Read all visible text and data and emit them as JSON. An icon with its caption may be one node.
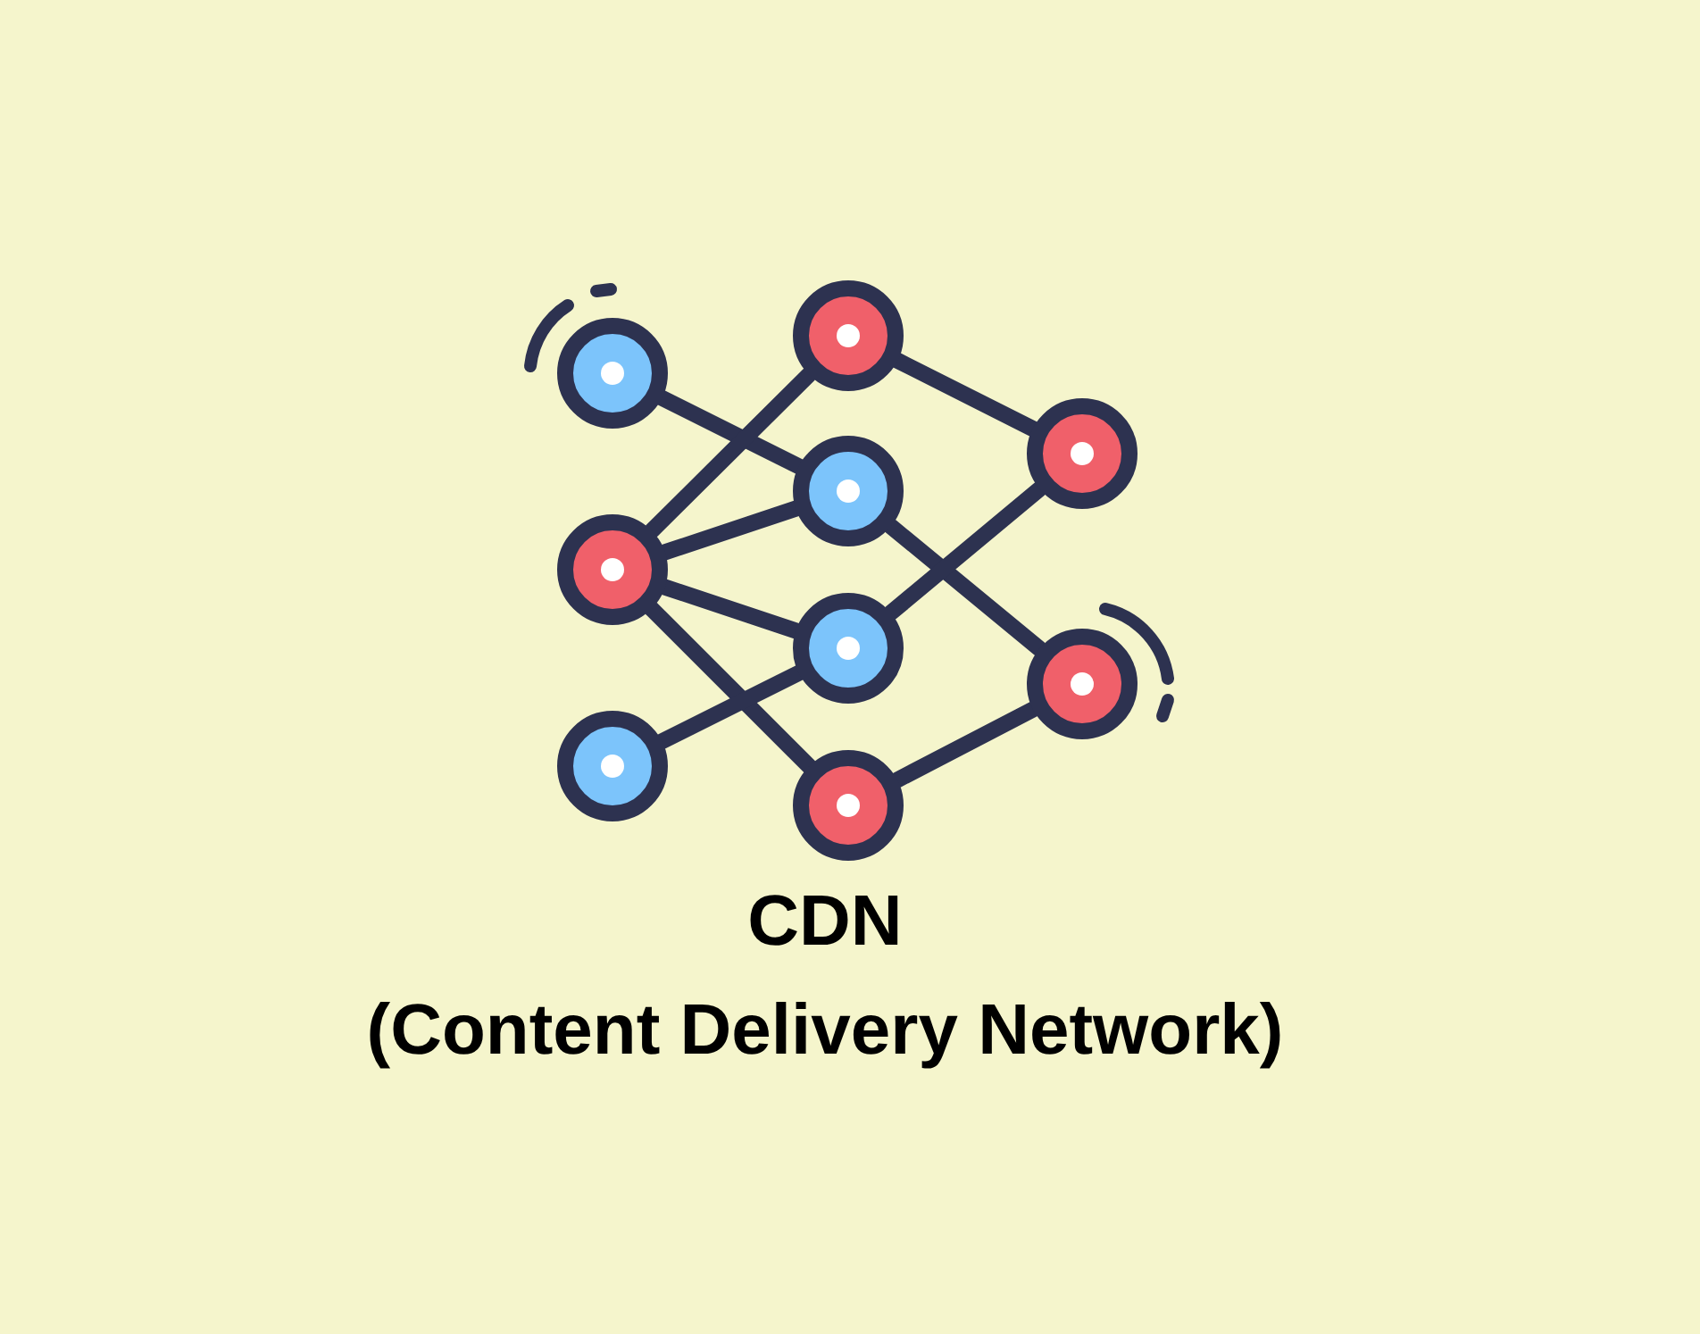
{
  "diagram": {
    "title": "CDN",
    "caption": "(Content Delivery Network)",
    "nodes": [
      {
        "text": [],
        "shape": "circle"
      },
      {
        "text": [],
        "shape": "circle"
      },
      {
        "text": [],
        "shape": "circle"
      },
      {
        "text": [],
        "shape": "circle"
      },
      {
        "text": [],
        "shape": "circle"
      },
      {
        "text": [],
        "shape": "circle"
      },
      {
        "text": [],
        "shape": "circle"
      },
      {
        "text": [],
        "shape": "circle"
      },
      {
        "text": [],
        "shape": "circle"
      }
    ],
    "edges": [
      {
        "from": 0,
        "to": 4,
        "arrow": "none"
      },
      {
        "from": 1,
        "to": 3,
        "arrow": "none"
      },
      {
        "from": 1,
        "to": 4,
        "arrow": "none"
      },
      {
        "from": 1,
        "to": 5,
        "arrow": "none"
      },
      {
        "from": 1,
        "to": 6,
        "arrow": "none"
      },
      {
        "from": 2,
        "to": 5,
        "arrow": "none"
      },
      {
        "from": 3,
        "to": 7,
        "arrow": "none"
      },
      {
        "from": 4,
        "to": 8,
        "arrow": "none"
      },
      {
        "from": 5,
        "to": 7,
        "arrow": "none"
      },
      {
        "from": 6,
        "to": 8,
        "arrow": "none"
      }
    ]
  }
}
